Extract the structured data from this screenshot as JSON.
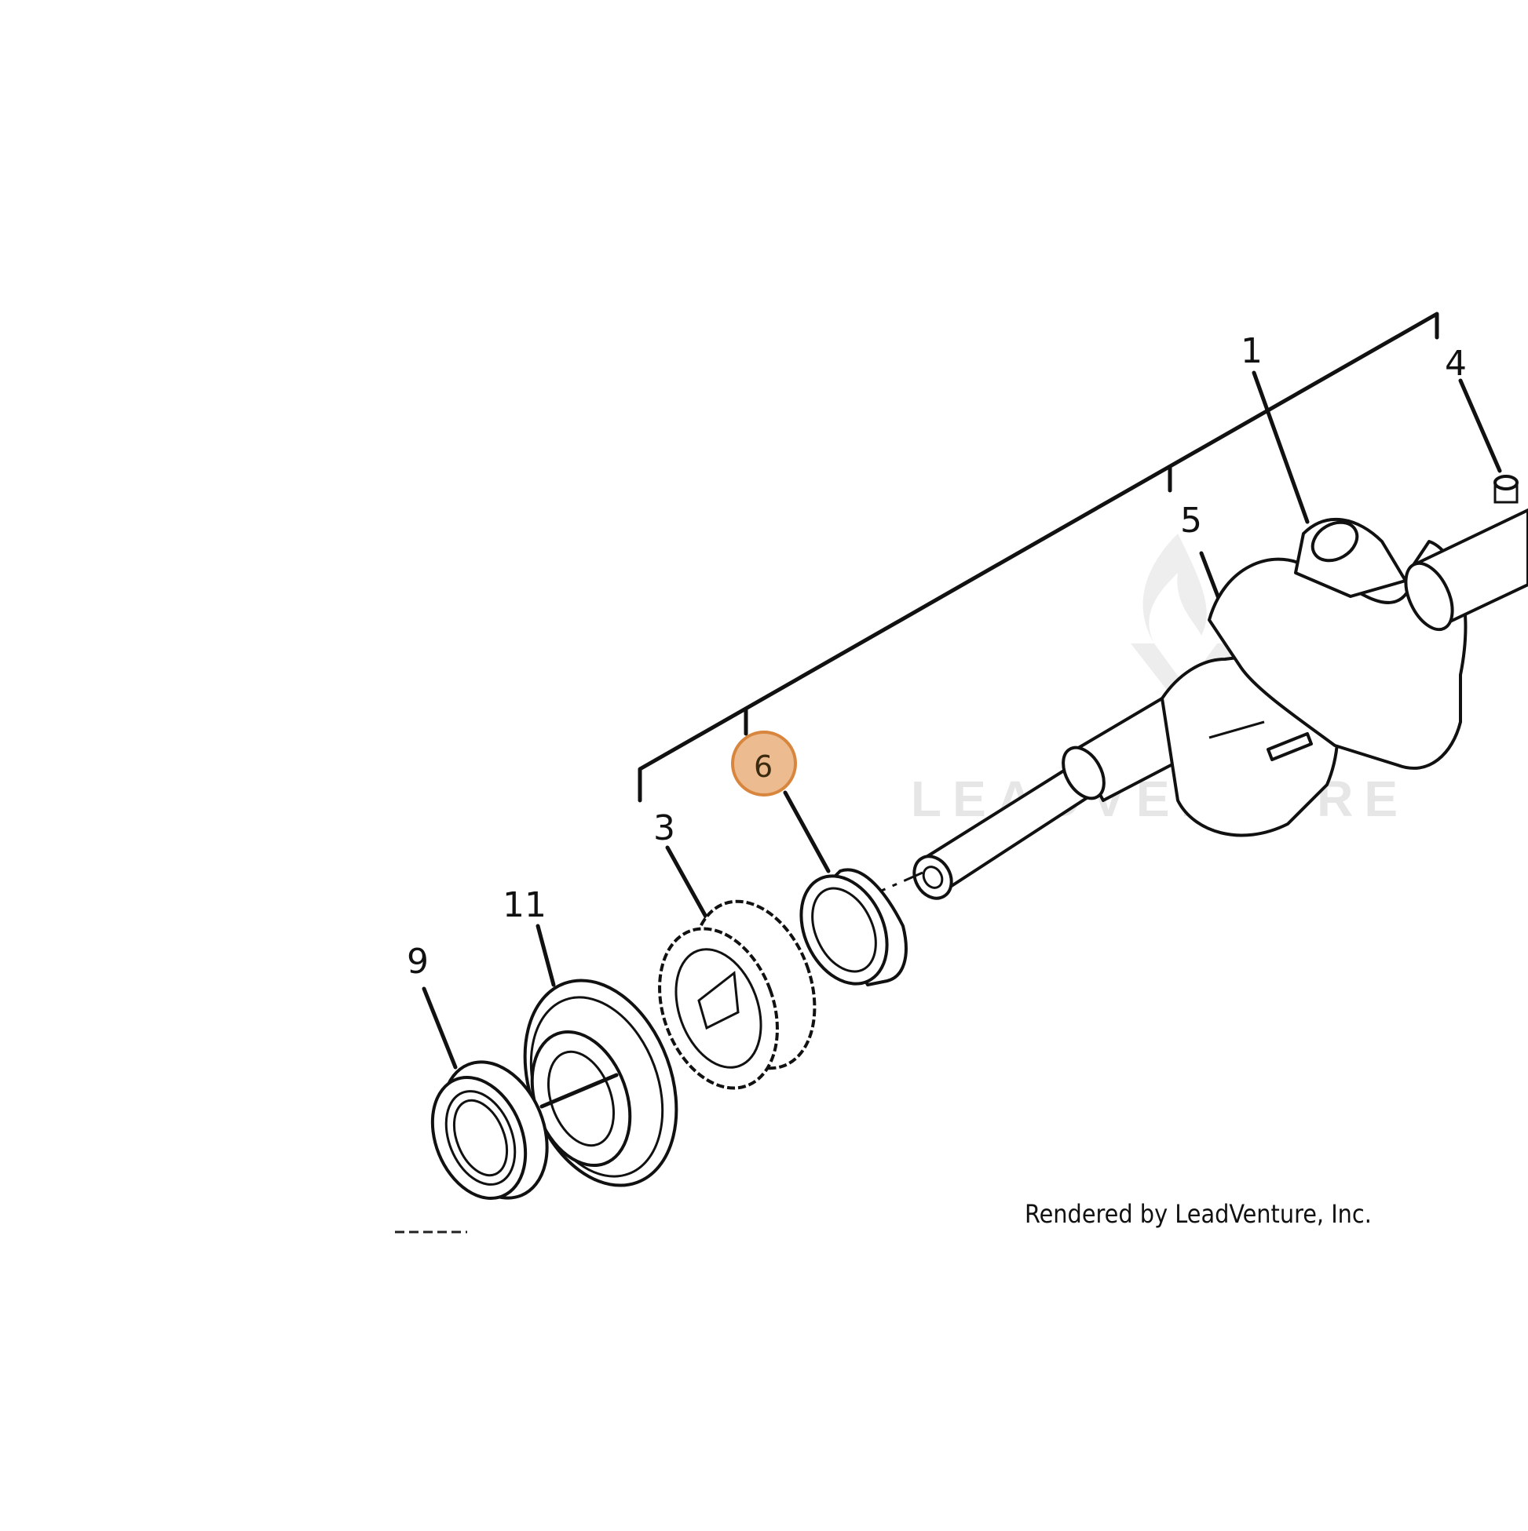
{
  "diagram": {
    "callouts": [
      {
        "id": "1",
        "label": "1"
      },
      {
        "id": "3",
        "label": "3"
      },
      {
        "id": "4",
        "label": "4"
      },
      {
        "id": "5",
        "label": "5"
      },
      {
        "id": "6",
        "label": "6",
        "highlighted": true
      },
      {
        "id": "9",
        "label": "9"
      },
      {
        "id": "11",
        "label": "11"
      }
    ],
    "highlight_color": "#e6a46a",
    "watermark": "LEADVENTURE",
    "credit": "Rendered by LeadVenture, Inc."
  }
}
